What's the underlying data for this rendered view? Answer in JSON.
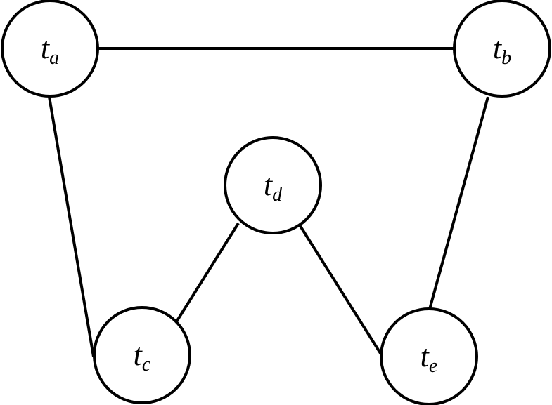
{
  "diagram": {
    "nodes": [
      {
        "id": "a",
        "base": "t",
        "sub": "a"
      },
      {
        "id": "b",
        "base": "t",
        "sub": "b"
      },
      {
        "id": "c",
        "base": "t",
        "sub": "c"
      },
      {
        "id": "d",
        "base": "t",
        "sub": "d"
      },
      {
        "id": "e",
        "base": "t",
        "sub": "e"
      }
    ],
    "edges": [
      {
        "from": "a",
        "to": "b"
      },
      {
        "from": "a",
        "to": "c"
      },
      {
        "from": "b",
        "to": "e"
      },
      {
        "from": "d",
        "to": "c"
      },
      {
        "from": "d",
        "to": "e"
      }
    ]
  }
}
